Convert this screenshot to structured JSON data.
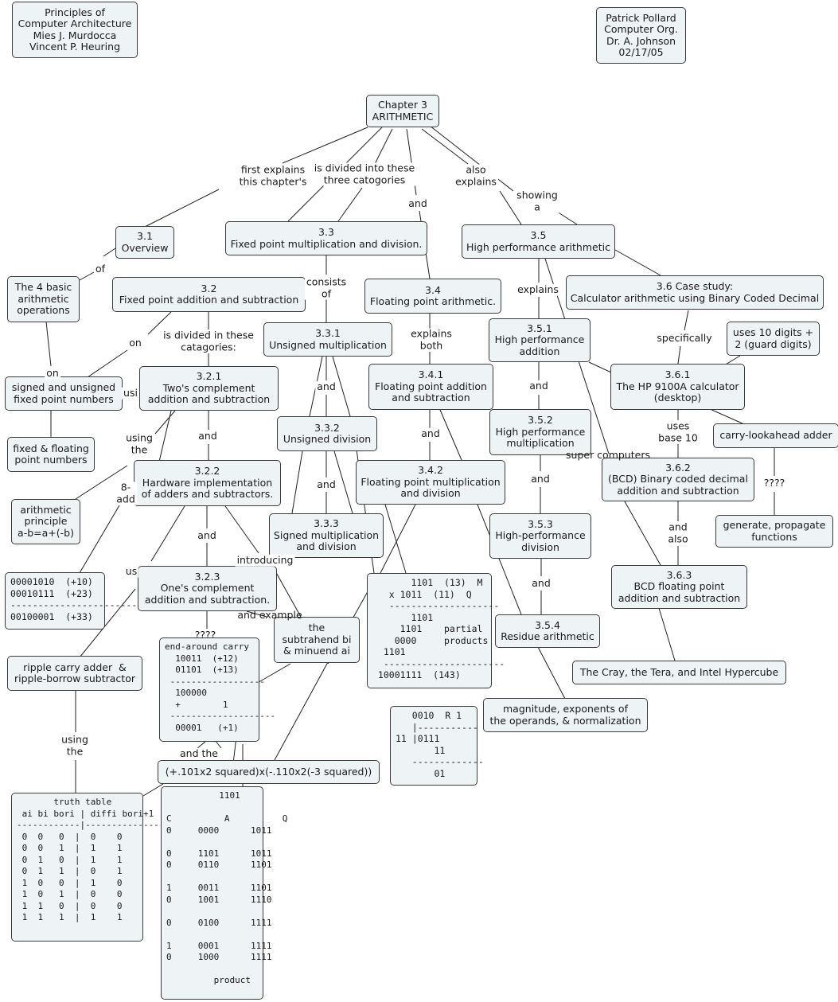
{
  "nodes": {
    "book": "Principles of\nComputer Architecture\nMies J. Murdocca\nVincent P. Heuring",
    "author": "Patrick Pollard\nComputer Org.\nDr. A. Johnson\n02/17/05",
    "chapter": "Chapter 3\nARITHMETIC",
    "n31": "3.1\nOverview",
    "n33": "3.3\nFixed point multiplication and division.",
    "n35": "3.5\nHigh performance arithmetic",
    "n4basic": "The 4 basic\narithmetic\noperations",
    "n32": "3.2\nFixed point addition and subtraction",
    "n34": "3.4\nFloating point arithmetic.",
    "n36": "3.6 Case study:\nCalculator arithmetic using Binary Coded Decimal",
    "n331": "3.3.1\nUnsigned multiplication",
    "n351": "3.5.1\nHigh performance\naddition",
    "uses10": "uses 10 digits +\n2 (guard digits)",
    "signed": "signed and unsigned\nfixed point numbers",
    "n321": "3.2.1\nTwo's complement\naddition and subtraction",
    "n341": "3.4.1\nFloating point addition\nand subtraction",
    "n361": "3.6.1\nThe HP 9100A calculator\n(desktop)",
    "n332": "3.3.2\nUnsigned division",
    "n352": "3.5.2\nHigh performance\nmultiplication",
    "cla": "carry-lookahead adder",
    "fixfloat": "fixed & floating\npoint numbers",
    "n322": "3.2.2\nHardware implementation\nof adders and subtractors.",
    "n342": "3.4.2\nFloating point multiplication\nand division",
    "n362": "3.6.2\n(BCD) Binary coded decimal\naddition and subtraction",
    "arith": "arithmetic\nprinciple\na-b=a+(-b)",
    "n333": "3.3.3\nSigned multiplication\nand division",
    "n353": "3.5.3\nHigh-performance\ndivision",
    "genprop": "generate, propagate\nfunctions",
    "add23": "00001010  (+10)\n00010111  (+23)\n-----------------------\n00100001  (+33)",
    "n323": "3.2.3\nOne's complement\naddition and subtraction.",
    "mult1101": "       1101  (13)  M\n   x 1011  (11)  Q\n   --------------------\n       1101\n     1101    partial\n    0000     products\n  1101\n  ----------------------\n 10001111  (143)",
    "n363": "3.6.3\nBCD floating point\naddition and subtraction",
    "subtrahend": "the\nsubtrahend bi\n& minuend ai",
    "n354": "3.5.4\nResidue arithmetic",
    "ripple": "ripple carry adder  &\nripple-borrow subtractor",
    "endaround": "end-around carry\n  10011  (+12)\n  01101  (+13)\n ------------------\n  100000\n  +        1\n --------------------\n  00001   (+1)",
    "cray": "The Cray, the Tera, and Intel Hypercube",
    "magnitude": "magnitude, exponents of\nthe operands, & normalization",
    "div": "   0010  R 1\n   |-----------\n11 |0111\n       11\n   -------------\n       01",
    "fpexample": "(+.101x2 squared)x(-.110x2(-3 squared))",
    "truth": "       truth table\n ai bi bori | diffi bori+1\n------------|---------------\n 0  0   0  |  0    0\n 0  0   1  |  1    1\n 0  1   0  |  1    1\n 0  1   1  |  0    1\n 1  0   0  |  1    0\n 1  0   1  |  0    0\n 1  1   0  |  0    0\n 1  1   1  |  1    1",
    "product": "          1101\n\nC          A          Q\n0     0000      1011\n\n0     1101      1011\n0     0110      1101\n\n1     0011      1101\n0     1001      1110\n\n0     0100      1111\n\n1     0001      1111\n0     1000      1111\n\n         product"
  },
  "labels": {
    "first_explains": "first explains\nthis chapter's",
    "divided_three": "is divided into these\nthree catogories",
    "and_a": "and",
    "also_explains": "also\nexplains",
    "showing_a": "showing\na",
    "of_a": "of",
    "consists_of": "consists\nof",
    "explains_a": "explains",
    "on_a": "on",
    "divided_cat": "is divided in these\ncatagories:",
    "explains_both": "explains\nboth",
    "specifically": "specifically",
    "on_b": "on",
    "usi": "usi",
    "and_b": "and",
    "and_c": "and",
    "and_d": "and",
    "and_e": "and",
    "using_the": "using\nthe",
    "uses_base10": "uses\nbase 10",
    "super_computers": "super computers",
    "eight_add": "8-\nadd",
    "and_f": "and",
    "and_g": "and",
    "qmarks1": "????",
    "and_also": "and\nalso",
    "and_h": "and",
    "introducing": "introducing",
    "us": "us",
    "and_i": "and",
    "and_example": "and example",
    "qmarks2": "????",
    "using_the2": "using\nthe",
    "and_the": "and the"
  }
}
